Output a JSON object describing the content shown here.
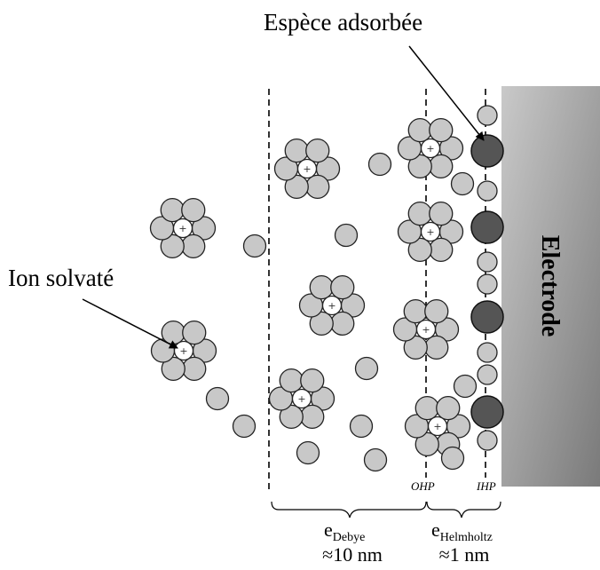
{
  "labels": {
    "adsorbed_species": "Espèce adsorbée",
    "solvated_ion": "Ion solvaté",
    "electrode": "Electrode",
    "ohp": "OHP",
    "ihp": "IHP",
    "debye_e": "e",
    "debye_sub": "Debye",
    "debye_value": "≈10 nm",
    "helmholtz_e": "e",
    "helmholtz_sub": "Helmholtz",
    "helmholtz_value": "≈1 nm"
  },
  "ion_symbol": "+",
  "colors": {
    "solvent_molecule": "#c8c8c8",
    "ion_center": "#ffffff",
    "adsorbed_species": "#555555",
    "electrode_dark": "#7a7a7a",
    "electrode_light": "#c9c9c9"
  }
}
